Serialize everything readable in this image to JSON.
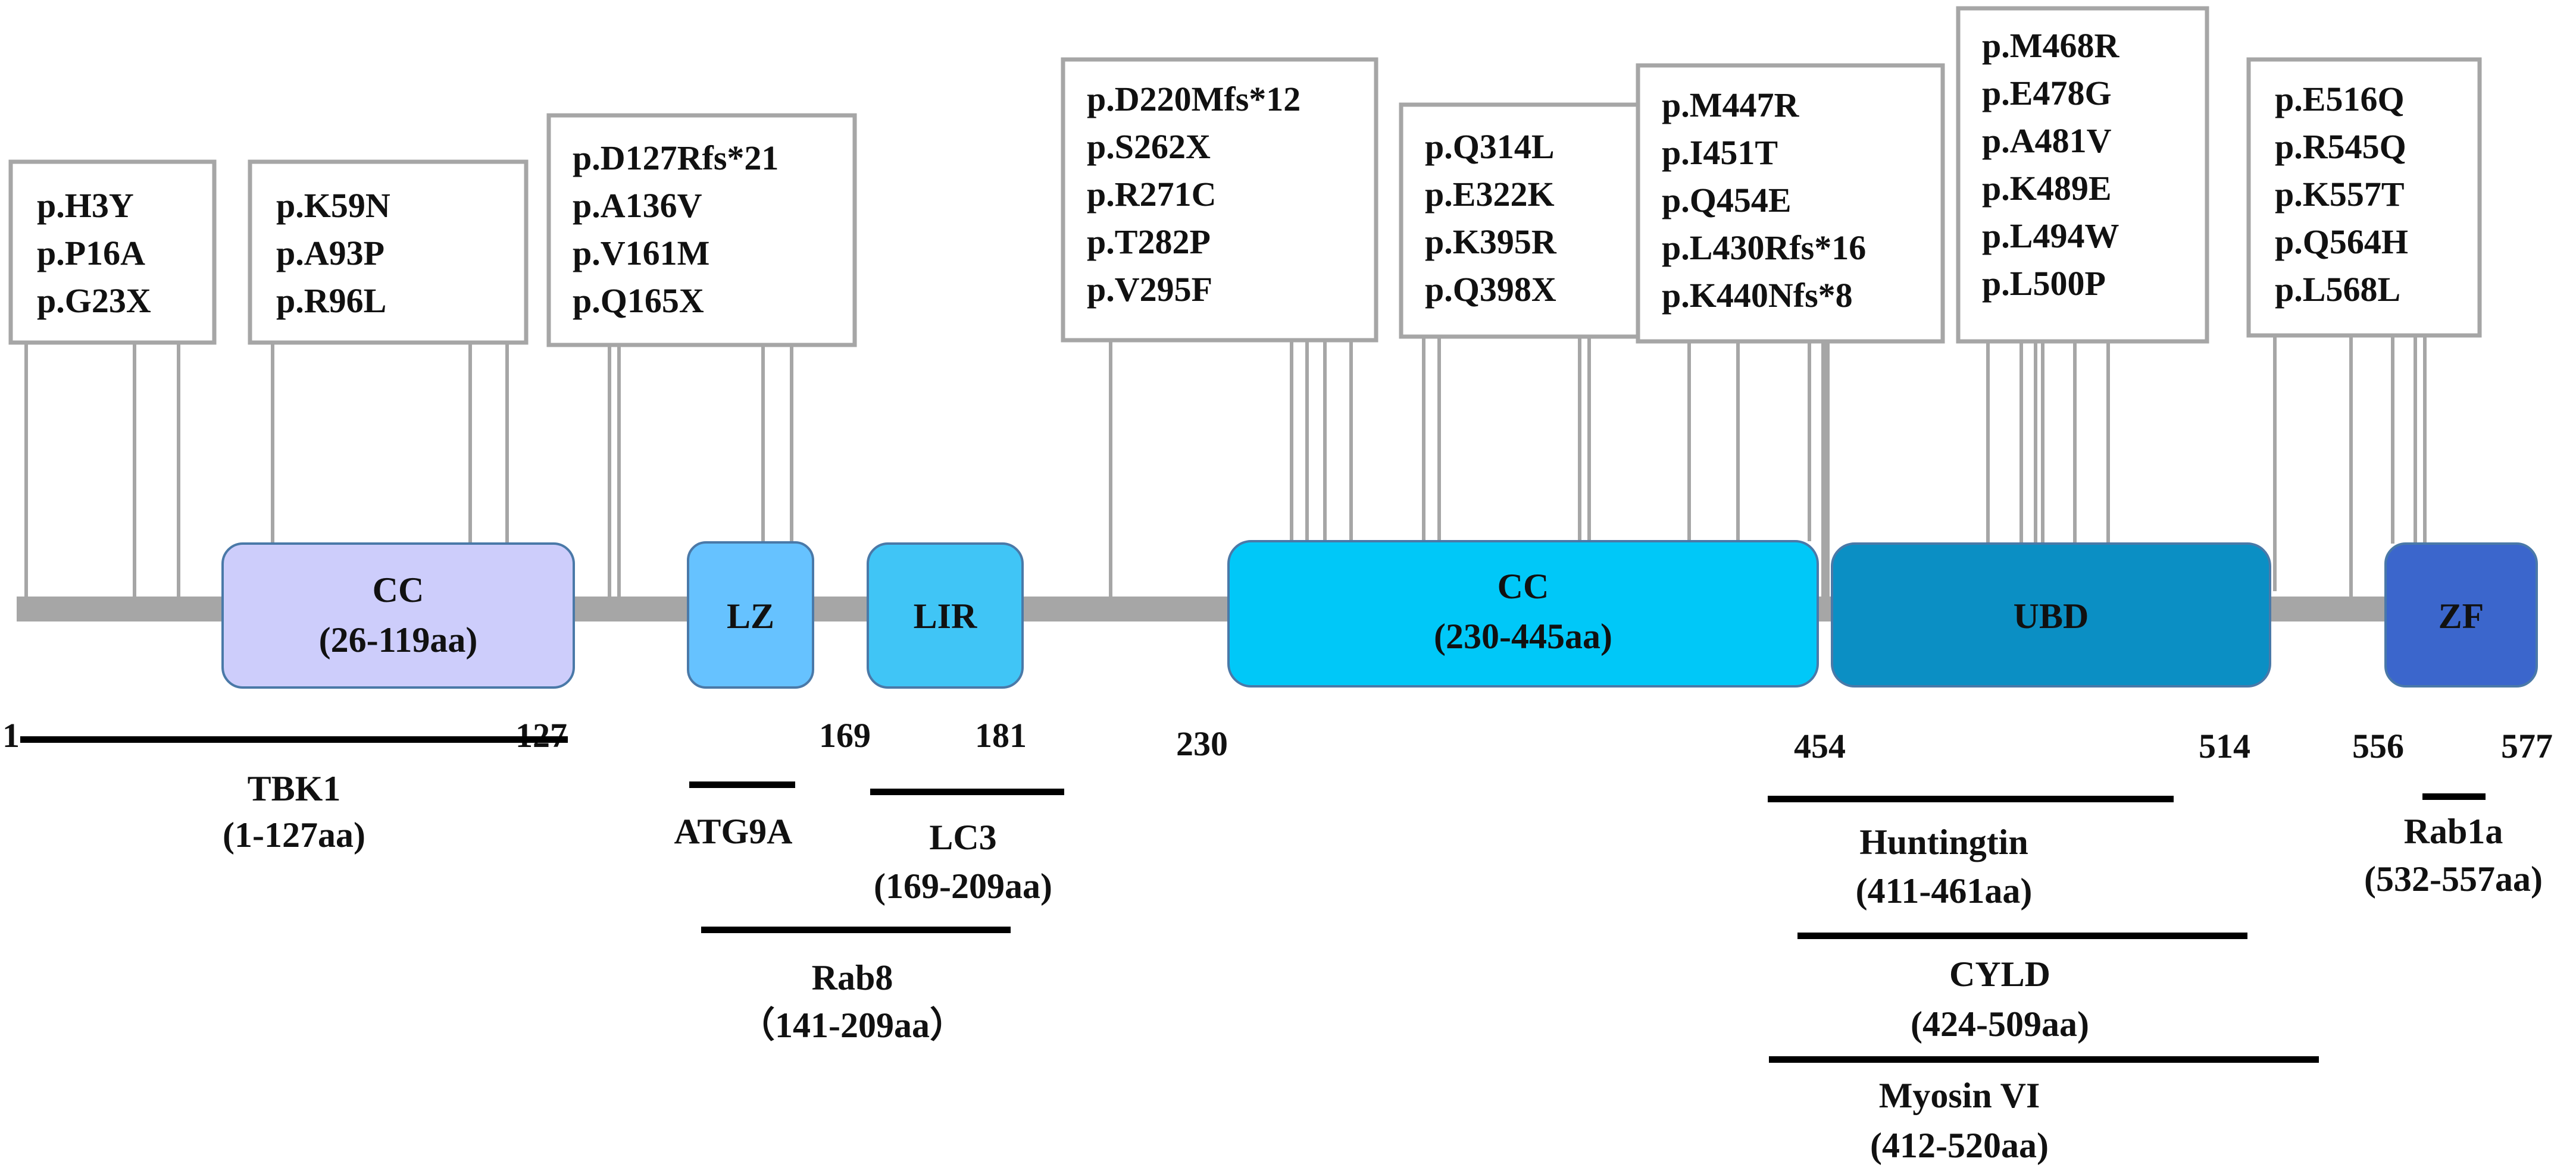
{
  "colors": {
    "backbone": "#a6a6a6",
    "box_border": "#a6a6a6",
    "partner_line": "#000000",
    "domain_border": "#4a79a8"
  },
  "domains": [
    {
      "label": "CC",
      "range": "(26-119aa)",
      "color": "#cdcdfb"
    },
    {
      "label": "LZ",
      "range": "",
      "color": "#66c2ff"
    },
    {
      "label": "LIR",
      "range": "",
      "color": "#40c5f6"
    },
    {
      "label": "CC",
      "range": "(230-445aa)",
      "color": "#00c8f8"
    },
    {
      "label": "UBD",
      "range": "",
      "color": "#0b8fc4"
    },
    {
      "label": "ZF",
      "range": "",
      "color": "#3b66cc"
    }
  ],
  "positions": [
    "1",
    "127",
    "169",
    "181",
    "230",
    "454",
    "514",
    "556",
    "577"
  ],
  "mutation_groups": [
    {
      "mutations": [
        "p.H3Y",
        "p.P16A",
        "p.G23X"
      ]
    },
    {
      "mutations": [
        "p.K59N",
        "p.A93P",
        "p.R96L"
      ]
    },
    {
      "mutations": [
        "p.D127Rfs*21",
        "p.A136V",
        "p.V161M",
        "p.Q165X"
      ]
    },
    {
      "mutations": [
        "p.D220Mfs*12",
        "p.S262X",
        "p.R271C",
        "p.T282P",
        "p.V295F"
      ]
    },
    {
      "mutations": [
        "p.Q314L",
        "p.E322K",
        "p.K395R",
        "p.Q398X"
      ]
    },
    {
      "mutations": [
        "p.M447R",
        "p.I451T",
        "p.Q454E",
        "p.L430Rfs*16",
        "p.K440Nfs*8"
      ]
    },
    {
      "mutations": [
        "p.M468R",
        "p.E478G",
        "p.A481V",
        "p.K489E",
        "p.L494W",
        "p.L500P"
      ]
    },
    {
      "mutations": [
        "p.E516Q",
        "p.R545Q",
        "p.K557T",
        "p.Q564H",
        "p.L568L"
      ]
    }
  ],
  "partners": [
    {
      "name": "TBK1",
      "range": "(1-127aa)"
    },
    {
      "name": "ATG9A",
      "range": ""
    },
    {
      "name": "LC3",
      "range": "(169-209aa)"
    },
    {
      "name": "Rab8",
      "range": "（141-209aa）"
    },
    {
      "name": "Huntingtin",
      "range": "(411-461aa)"
    },
    {
      "name": "CYLD",
      "range": "(424-509aa)"
    },
    {
      "name": "Myosin VI",
      "range": "(412-520aa)"
    },
    {
      "name": "Rab1a",
      "range": "(532-557aa)"
    }
  ]
}
